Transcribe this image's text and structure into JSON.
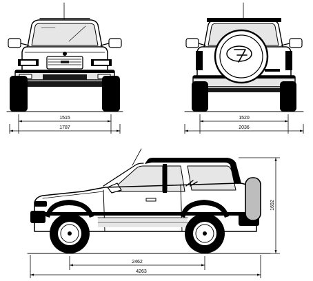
{
  "front_view": {
    "track_width": "1515",
    "overall_width": "1787"
  },
  "rear_view": {
    "track_width": "1520",
    "overall_width": "2036"
  },
  "side_view": {
    "overall_height": "1692",
    "wheelbase": "2462",
    "overall_length": "4263"
  }
}
